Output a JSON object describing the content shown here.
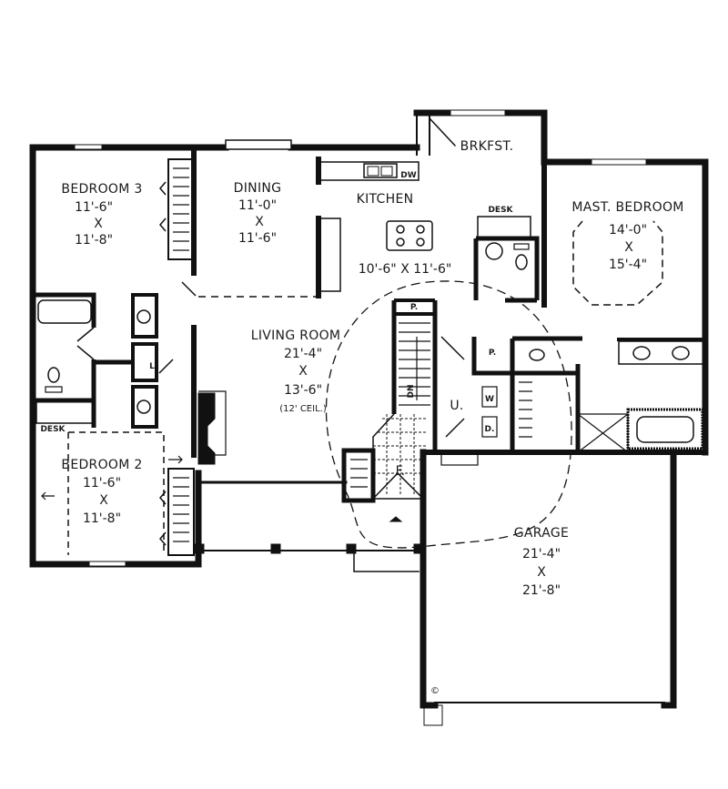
{
  "plan": {
    "rooms": [
      {
        "id": "bedroom-3",
        "name": "BEDROOM 3",
        "width": "11'-6\"",
        "x": "X",
        "depth": "11'-8\""
      },
      {
        "id": "dining",
        "name": "DINING",
        "width": "11'-0\"",
        "x": "X",
        "depth": "11'-6\""
      },
      {
        "id": "kitchen",
        "name": "KITCHEN",
        "dims": "10'-6\" X 11'-6\""
      },
      {
        "id": "breakfast",
        "name": "BRKFST."
      },
      {
        "id": "master-bedroom",
        "name": "MAST. BEDROOM",
        "width": "14'-0\"",
        "x": "X",
        "depth": "15'-4\""
      },
      {
        "id": "living-room",
        "name": "LIVING ROOM",
        "width": "21'-4\"",
        "x": "X",
        "depth": "13'-6\"",
        "note": "(12' CEIL.)"
      },
      {
        "id": "bedroom-2",
        "name": "BEDROOM 2",
        "width": "11'-6\"",
        "x": "X",
        "depth": "11'-8\""
      },
      {
        "id": "garage",
        "name": "GARAGE",
        "width": "21'-4\"",
        "x": "X",
        "depth": "21'-8\""
      }
    ],
    "labels": {
      "dishwasher": "DW",
      "desk_kitchen": "DESK",
      "desk_bedroom": "DESK",
      "pantry_1": "P.",
      "pantry_2": "P.",
      "utility": "U.",
      "washer": "W",
      "dryer": "D.",
      "linen": "L",
      "stairs_down": "DN",
      "foyer": "F.",
      "copyright": "©"
    },
    "colors": {
      "ink": "#111111",
      "paper": "#ffffff"
    }
  }
}
